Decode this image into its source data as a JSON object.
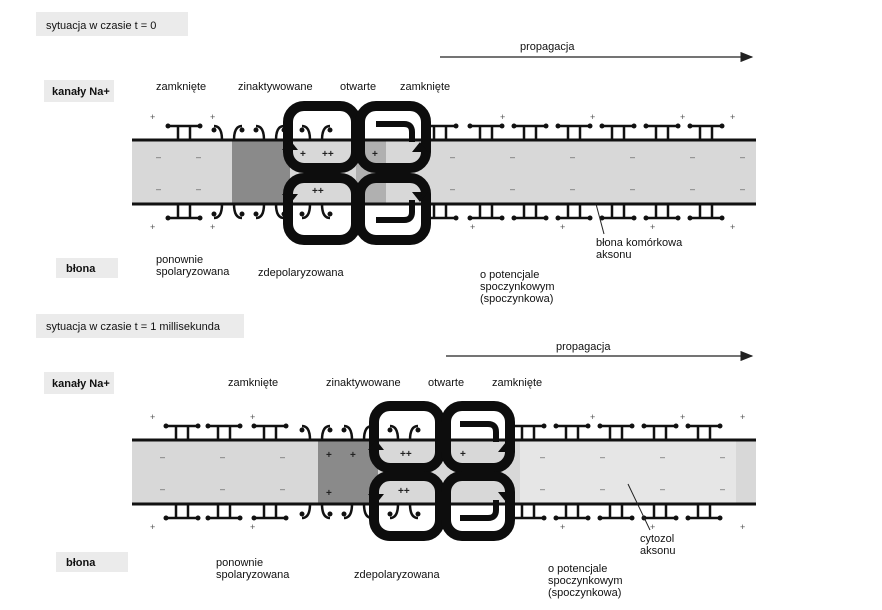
{
  "panels": [
    {
      "id": "t0",
      "heading": "sytuacja w czasie t = 0",
      "propagation": "propagacja",
      "channels_label": "kanały Na+",
      "channel_states": [
        "zamknięte",
        "zinaktywowane",
        "otwarte",
        "zamknięte"
      ],
      "membrane_label": "błona",
      "regions": [
        "ponownie spolaryzowana",
        "zdepolaryzowana",
        "o potencjale spoczynkowym (spoczynkowa)"
      ],
      "annotation": "błona komórkowa aksonu"
    },
    {
      "id": "t1",
      "heading": "sytuacja w czasie t = 1 millisekunda",
      "propagation": "propagacja",
      "channels_label": "kanały Na+",
      "channel_states": [
        "zamknięte",
        "zinaktywowane",
        "otwarte",
        "zamknięte"
      ],
      "membrane_label": "błona",
      "regions": [
        "ponownie spolaryzowana",
        "zdepolaryzowana",
        "o potencjale spoczynkowym (spoczynkowa)"
      ],
      "annotation": "cytozol aksonu"
    }
  ],
  "colors": {
    "axon_fill": "#d8d8d8",
    "depolarized_fill": "#8a8a8a",
    "membrane": "#111111",
    "open_channel": "#0d0d0d",
    "label_bg": "#ebebeb"
  }
}
